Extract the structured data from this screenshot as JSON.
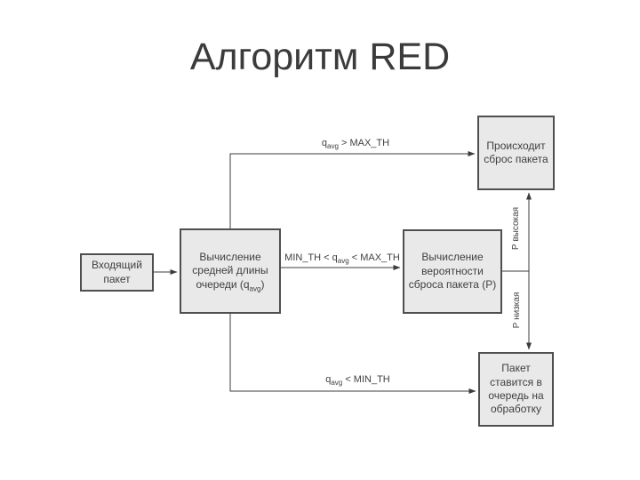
{
  "title": "Алгоритм RED",
  "nodes": {
    "incoming": {
      "label": "Входящий пакет"
    },
    "compute_avg": {
      "text_before_sub": "Вычисление средней длины очереди (q",
      "sub": "avg",
      "text_after_sub": ")"
    },
    "drop": {
      "label": "Происходит сброс пакета"
    },
    "compute_prob": {
      "label": "Вычисление вероятности сброса пакета (P)"
    },
    "enqueue": {
      "label": "Пакет ставится в очередь на обработку"
    }
  },
  "edges": {
    "above_max": {
      "prefix": "q",
      "sub": "avg",
      "suffix": " > MAX_TH"
    },
    "in_between": {
      "prefix": "MIN_TH < q",
      "sub": "avg",
      "suffix": " < MAX_TH"
    },
    "below_min": {
      "prefix": "q",
      "sub": "avg",
      "suffix": " < MIN_TH"
    },
    "p_high": "Р высокая",
    "p_low": "Р низкая"
  },
  "colors": {
    "background": "#ffffff",
    "box_fill": "#e9e9e9",
    "box_border": "#4f4f4f",
    "connector": "#3c3c3c",
    "text": "#3f3f3f",
    "title": "#3b3b3b"
  }
}
